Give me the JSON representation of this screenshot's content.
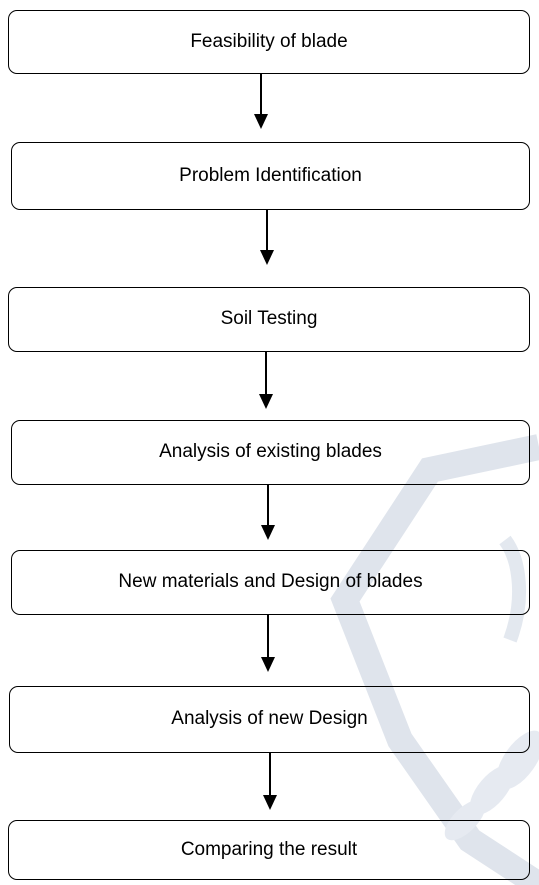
{
  "flowchart": {
    "steps": [
      {
        "label": "Feasibility of blade"
      },
      {
        "label": "Problem Identification"
      },
      {
        "label": "Soil Testing"
      },
      {
        "label": "Analysis of existing blades"
      },
      {
        "label": "New materials and Design of blades"
      },
      {
        "label": "Analysis of new Design"
      },
      {
        "label": "Comparing the result"
      }
    ]
  },
  "colors": {
    "stroke": "#000000",
    "watermark": "#dde3ec"
  }
}
